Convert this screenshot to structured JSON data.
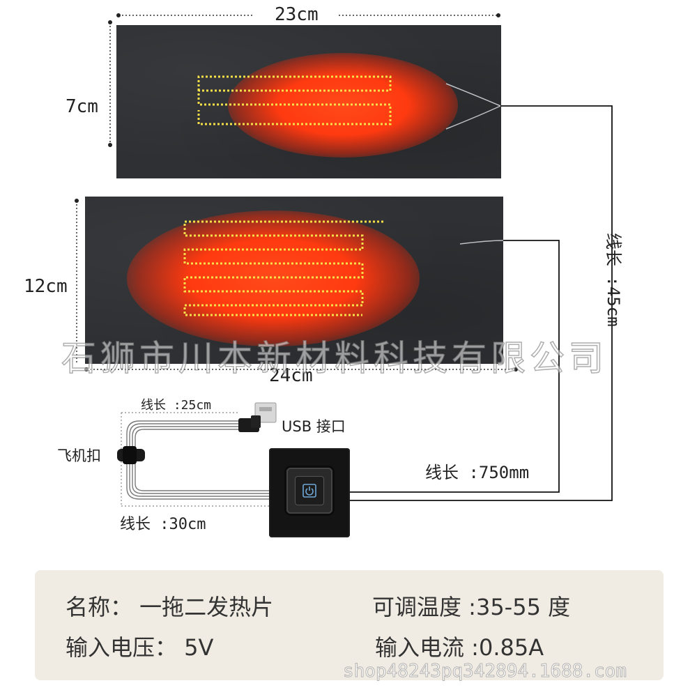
{
  "dimensions": {
    "top_width": "23cm",
    "top_height": "7cm",
    "bottom_height": "12cm",
    "bottom_width": "24cm"
  },
  "cables": {
    "long_cable": "线长 :45cm",
    "controller_cable": "线长 :750mm",
    "usb_cable": "线长 :25cm",
    "lower_cable": "线长 :30cm",
    "usb_label": "USB 接口",
    "clip_label": "飞机扣"
  },
  "watermark": "石狮市川本新材料科技有限公司",
  "info": {
    "name": "名称： 一拖二发热片",
    "temperature": "可调温度 :35-55 度",
    "voltage": "输入电压： 5V",
    "current": "输入电流 :0.85A"
  },
  "shop_url": "shop48243pq342894.1688.com",
  "colors": {
    "pad": "#2e3033",
    "glow": "#ff3a10",
    "wire_dots": "#f5e04a",
    "panel": "#f1ece3"
  },
  "icons": {
    "power": "power-icon",
    "usb": "usb-plug-icon"
  }
}
